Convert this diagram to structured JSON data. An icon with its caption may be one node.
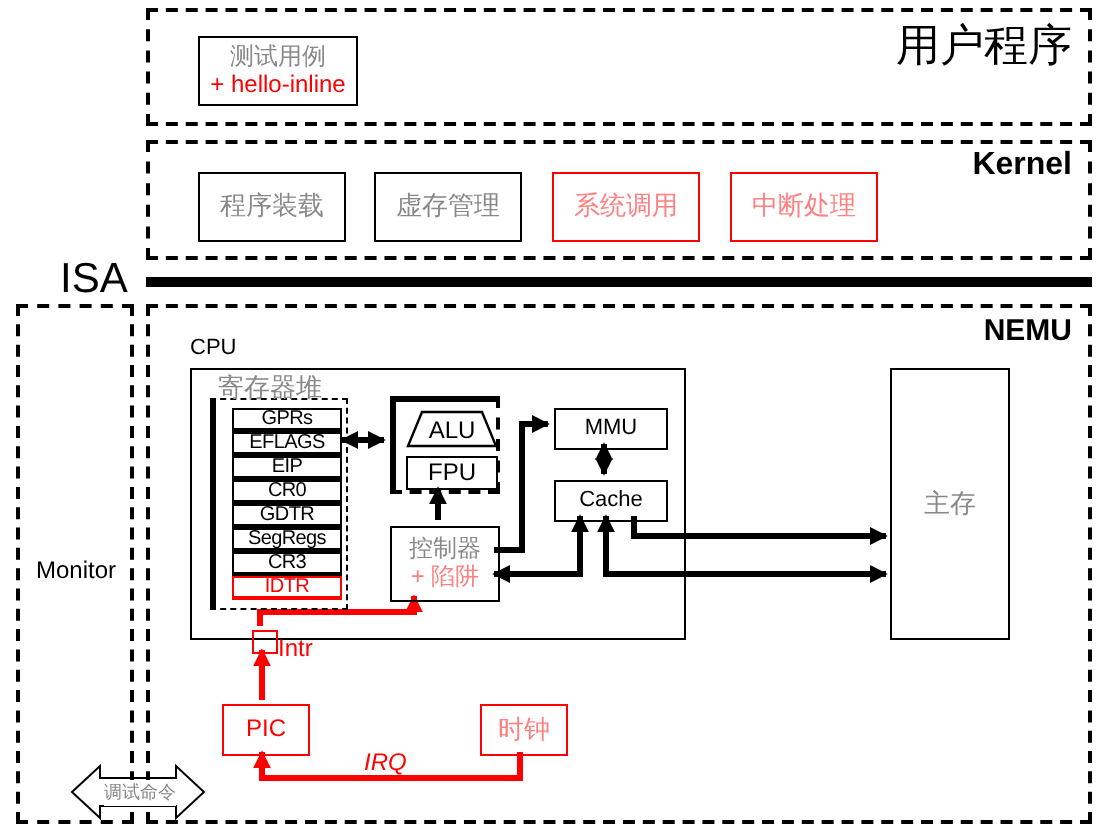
{
  "diagram": {
    "nodes": [
      {
        "text": [
          "用户程序"
        ]
      },
      {
        "text": [
          "测试用例",
          "+ hello-inline"
        ],
        "in": 0
      },
      {
        "text": [
          "Kernel"
        ]
      },
      {
        "text": [
          "程序装载"
        ],
        "in": 2
      },
      {
        "text": [
          "虚存管理"
        ],
        "in": 2
      },
      {
        "text": [
          "系统调用"
        ],
        "in": 2
      },
      {
        "text": [
          "中断处理"
        ],
        "in": 2
      },
      {
        "text": [
          "Monitor"
        ]
      },
      {
        "text": [
          "NEMU"
        ]
      },
      {
        "text": [
          "CPU"
        ],
        "in": 8
      },
      {
        "text": [
          "寄存器堆"
        ],
        "in": 9
      },
      {
        "text": [
          "GPRs"
        ],
        "in": 10
      },
      {
        "text": [
          "EFLAGS"
        ],
        "in": 10
      },
      {
        "text": [
          "EIP"
        ],
        "in": 10
      },
      {
        "text": [
          "CR0"
        ],
        "in": 10
      },
      {
        "text": [
          "GDTR"
        ],
        "in": 10
      },
      {
        "text": [
          "SegRegs"
        ],
        "in": 10
      },
      {
        "text": [
          "CR3"
        ],
        "in": 10
      },
      {
        "text": [
          "IDTR"
        ],
        "in": 10
      },
      {
        "text": [],
        "shape": "box",
        "in": 9
      },
      {
        "text": [
          "ALU"
        ],
        "in": 19
      },
      {
        "text": [
          "FPU"
        ],
        "in": 19
      },
      {
        "text": [
          "控制器",
          "+ 陷阱"
        ],
        "in": 9
      },
      {
        "text": [
          "MMU"
        ],
        "in": 9
      },
      {
        "text": [
          "Cache"
        ],
        "in": 9
      },
      {
        "text": [
          "主存"
        ],
        "in": 8
      },
      {
        "text": [],
        "shape": "box",
        "beside": [
          "Intr"
        ],
        "in": 8
      },
      {
        "text": [
          "PIC"
        ],
        "in": 8
      },
      {
        "text": [
          "时钟"
        ],
        "in": 8
      }
    ],
    "edges": [
      {
        "from": 10,
        "to": 19,
        "arrow": "both"
      },
      {
        "from": 22,
        "to": 19,
        "arrow": "to"
      },
      {
        "from": 22,
        "to": 23,
        "arrow": "to"
      },
      {
        "from": 23,
        "to": 24,
        "arrow": "both"
      },
      {
        "from": 22,
        "to": 24,
        "arrow": "both"
      },
      {
        "from": 24,
        "to": 25,
        "arrow": "both"
      },
      {
        "from": 24,
        "to": 25,
        "arrow": "to"
      },
      {
        "from": 26,
        "to": 22,
        "arrow": "to",
        "color": "#ff0000"
      },
      {
        "from": 27,
        "to": 26,
        "arrow": "to",
        "color": "#ff0000"
      },
      {
        "from": 28,
        "to": 27,
        "arrow": "to",
        "label": "IRQ",
        "color": "#ff0000"
      },
      {
        "from": 7,
        "to": 8,
        "arrow": "both",
        "label": "调试命令"
      }
    ],
    "labels": [
      "ISA"
    ]
  }
}
